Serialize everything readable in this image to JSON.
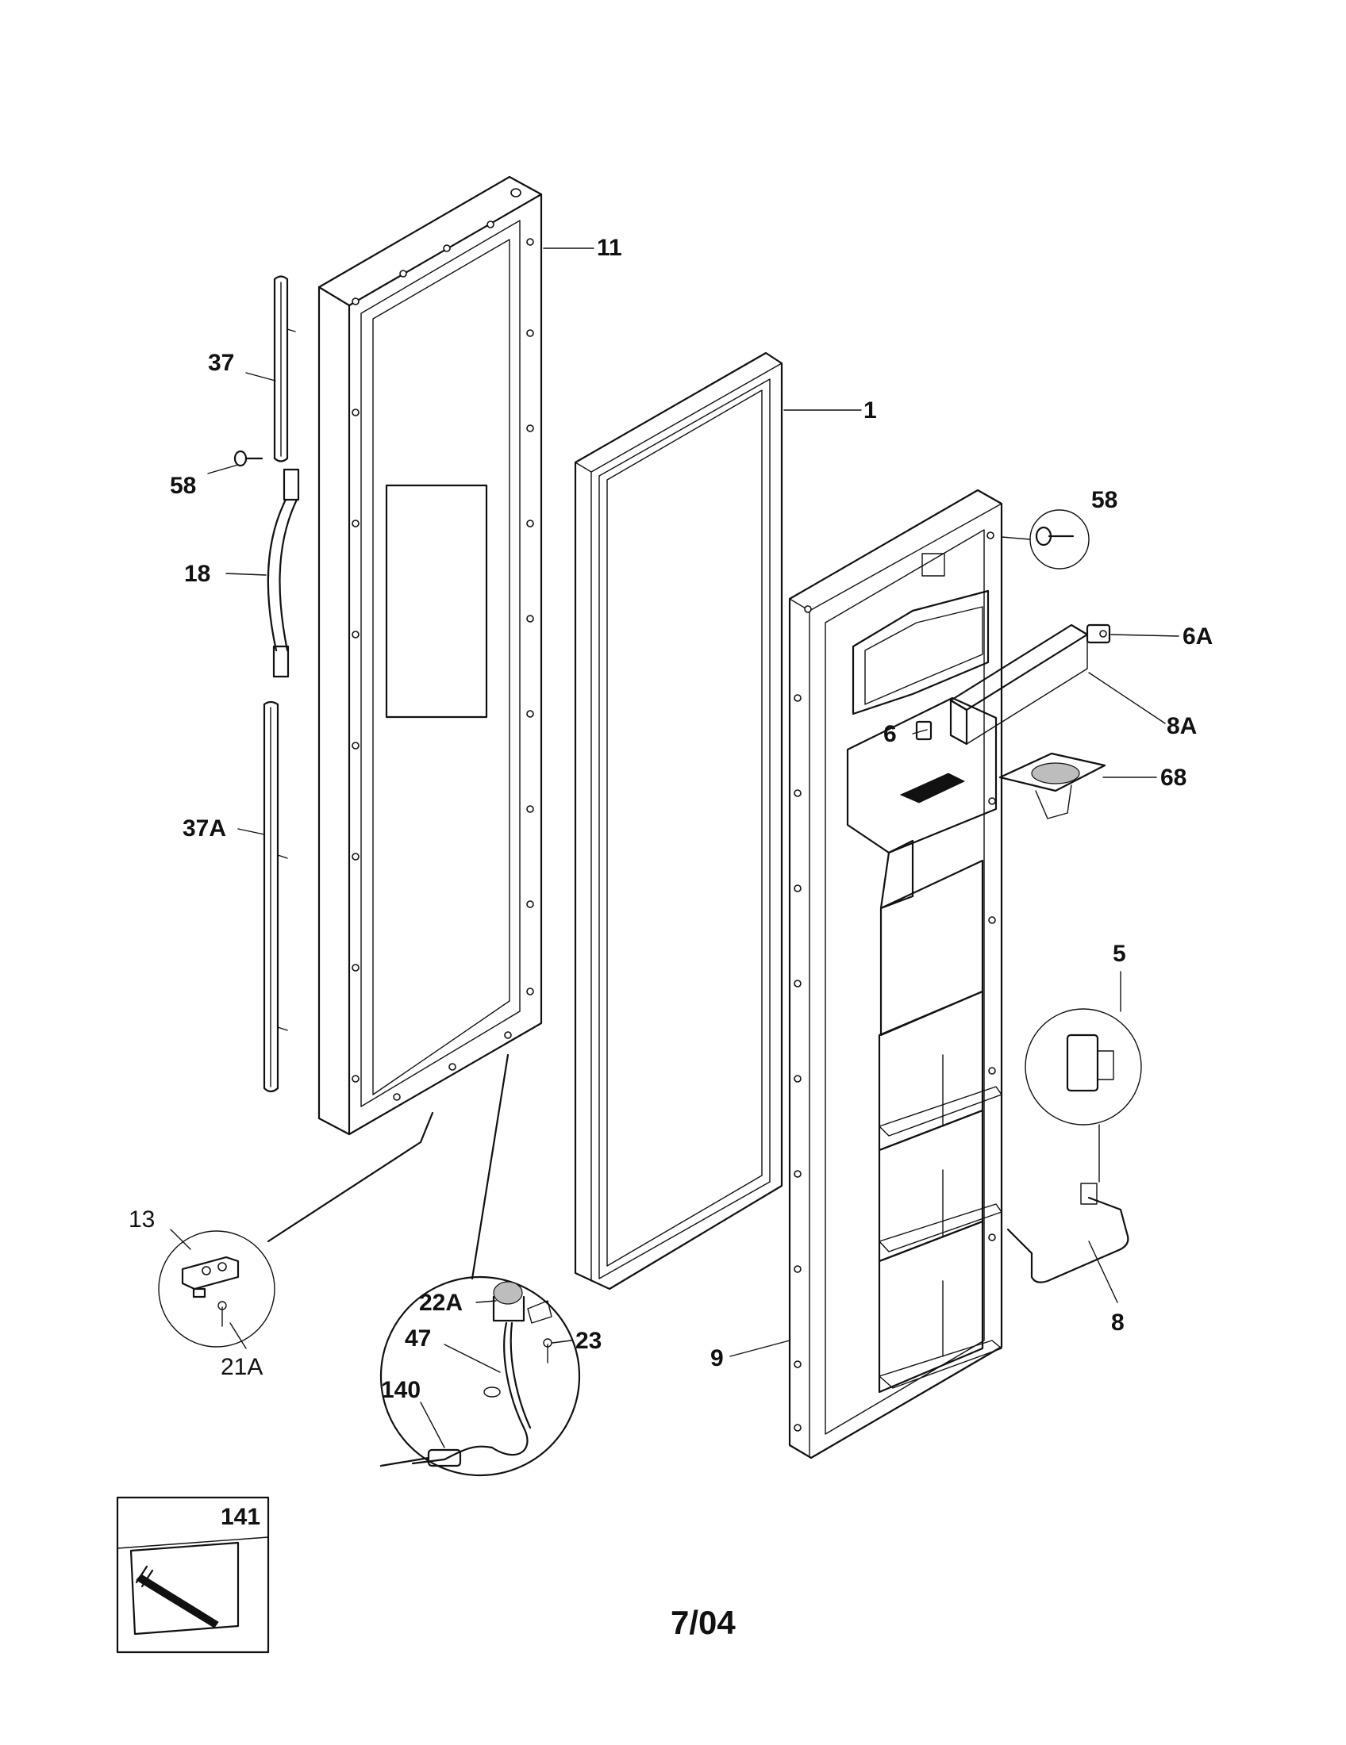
{
  "callouts": {
    "p11": "11",
    "p1": "1",
    "p37": "37",
    "p58_left": "58",
    "p18": "18",
    "p37A": "37A",
    "p58_right": "58",
    "p6A": "6A",
    "p8A": "8A",
    "p6": "6",
    "p68": "68",
    "p5": "5",
    "p8": "8",
    "p9": "9",
    "p13": "13",
    "p21A": "21A",
    "p22A": "22A",
    "p23": "23",
    "p47": "47",
    "p140": "140",
    "p141": "141"
  },
  "footer": {
    "date_code": "7/04"
  }
}
